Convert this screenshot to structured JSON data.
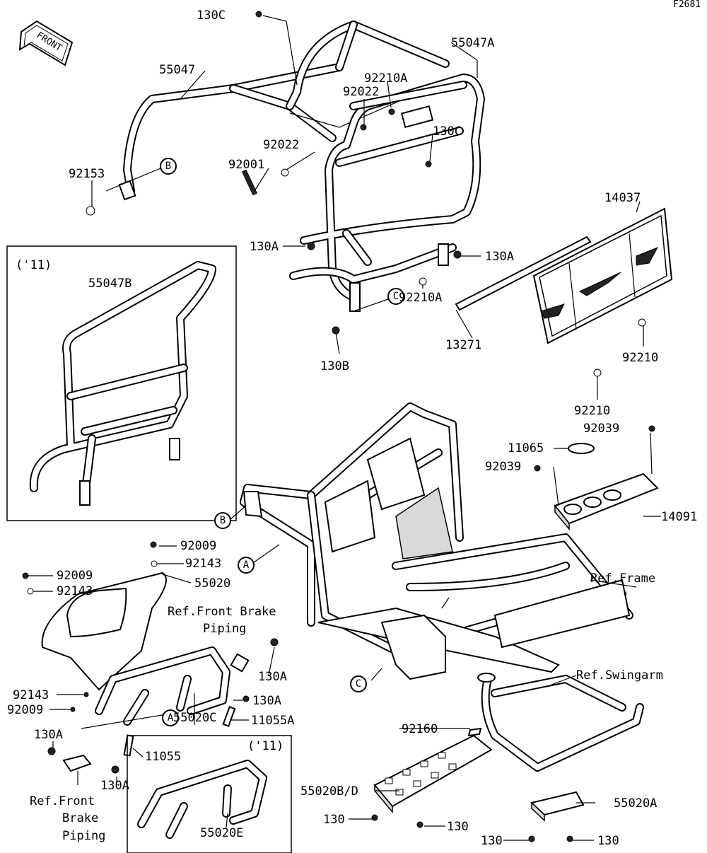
{
  "figure_code": "F2681",
  "front_marker": "FRONT",
  "inset_years": {
    "guard_inset": "('11)",
    "bracket_inset": "('11)"
  },
  "callout_letters": [
    "A",
    "B",
    "C"
  ],
  "part_labels": {
    "p130C_top": "130C",
    "p55047A": "55047A",
    "p55047": "55047",
    "p92210A_top": "92210A",
    "p92022_top": "92022",
    "p92022_mid": "92022",
    "p130C_mid": "130C",
    "p92001": "92001",
    "p92153": "92153",
    "p14037": "14037",
    "p130A_left": "130A",
    "p130A_right": "130A",
    "p92210A_mid": "92210A",
    "p13271": "13271",
    "p130B": "130B",
    "p92210_upper": "92210",
    "p92210_lower": "92210",
    "p55047B": "55047B",
    "p92039_right": "92039",
    "p11065": "11065",
    "p92039_left": "92039",
    "p14091": "14091",
    "p92009_top": "92009",
    "p92143_top": "92143",
    "p92009_left": "92009",
    "p92143_left": "92143",
    "p55020": "55020",
    "ref_frame": "Ref.Frame",
    "ref_front_brake_piping_1": "Ref.Front Brake",
    "ref_front_brake_piping_2": "Piping",
    "p130A_bracket": "130A",
    "ref_swingarm": "Ref.Swingarm",
    "p92143_bottom": "92143",
    "p92009_bottom": "92009",
    "p130A_bracket2": "130A",
    "p55020C": "55020C",
    "p11055A": "11055A",
    "p130A_lower_left": "130A",
    "p11055": "11055",
    "p130A_lower": "130A",
    "p92160": "92160",
    "p55020BD": "55020B/D",
    "ref_fbp_bottom_1": "Ref.Front",
    "ref_fbp_bottom_2": "Brake",
    "ref_fbp_bottom_3": "Piping",
    "p55020E": "55020E",
    "p130_left": "130",
    "p130_mid": "130",
    "p55020A": "55020A",
    "p130_bl": "130",
    "p130_br": "130"
  }
}
